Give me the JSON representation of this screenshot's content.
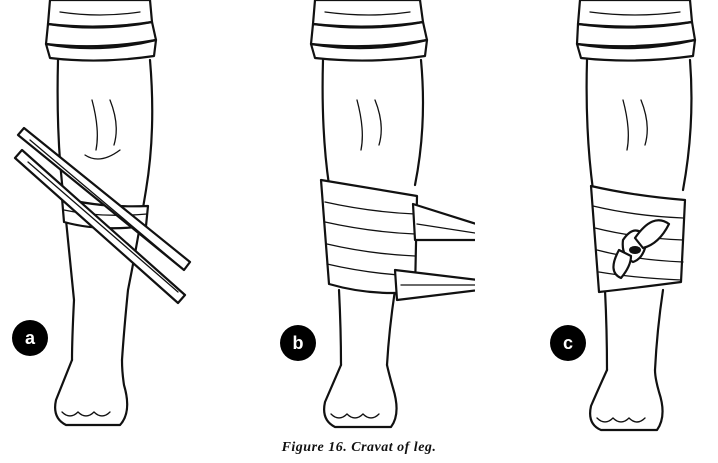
{
  "panels": [
    {
      "id": "a",
      "label": "a"
    },
    {
      "id": "b",
      "label": "b"
    },
    {
      "id": "c",
      "label": "c"
    }
  ],
  "caption": "Figure 16.   Cravat of leg.",
  "colors": {
    "ink": "#111111",
    "badge": "#000000",
    "background": "#ffffff"
  }
}
